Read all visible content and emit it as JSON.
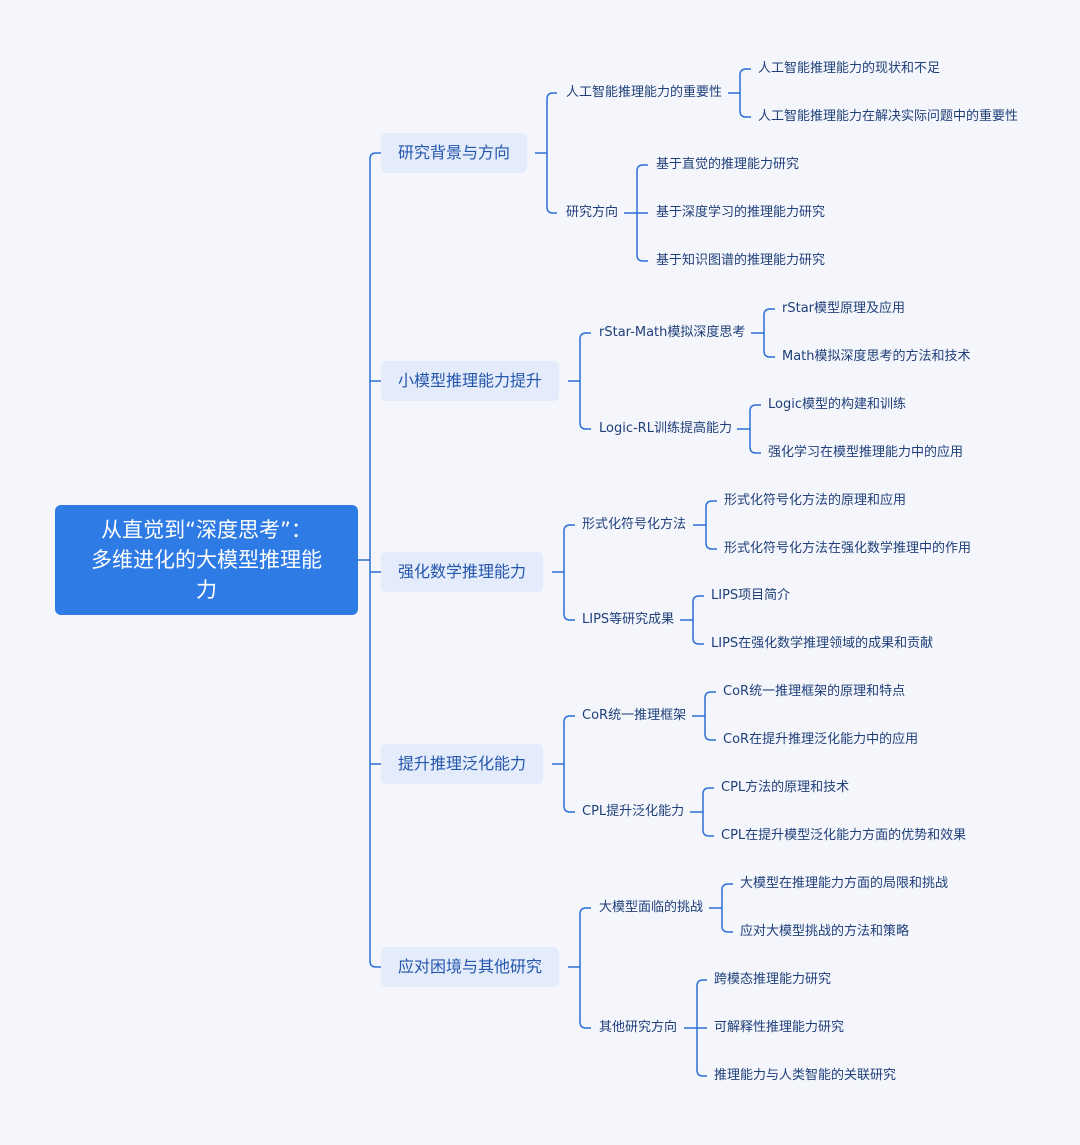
{
  "root": {
    "lines": [
      "从直觉到“深度思考”：",
      "多维进化的大模型推理能",
      "力"
    ]
  },
  "colors": {
    "root_bg": "#2e7be6",
    "l1_bg": "#e4ecfb",
    "line": "#2b6fd6",
    "background": "#f4f6fb"
  },
  "branches": [
    {
      "label": "研究背景与方向",
      "children": [
        {
          "label": "人工智能推理能力的重要性",
          "children": [
            "人工智能推理能力的现状和不足",
            "人工智能推理能力在解决实际问题中的重要性"
          ]
        },
        {
          "label": "研究方向",
          "children": [
            "基于直觉的推理能力研究",
            "基于深度学习的推理能力研究",
            "基于知识图谱的推理能力研究"
          ]
        }
      ]
    },
    {
      "label": "小模型推理能力提升",
      "children": [
        {
          "label": "rStar-Math模拟深度思考",
          "children": [
            "rStar模型原理及应用",
            "Math模拟深度思考的方法和技术"
          ]
        },
        {
          "label": "Logic-RL训练提高能力",
          "children": [
            "Logic模型的构建和训练",
            "强化学习在模型推理能力中的应用"
          ]
        }
      ]
    },
    {
      "label": "强化数学推理能力",
      "children": [
        {
          "label": "形式化符号化方法",
          "children": [
            "形式化符号化方法的原理和应用",
            "形式化符号化方法在强化数学推理中的作用"
          ]
        },
        {
          "label": "LIPS等研究成果",
          "children": [
            "LIPS项目简介",
            "LIPS在强化数学推理领域的成果和贡献"
          ]
        }
      ]
    },
    {
      "label": "提升推理泛化能力",
      "children": [
        {
          "label": "CoR统一推理框架",
          "children": [
            "CoR统一推理框架的原理和特点",
            "CoR在提升推理泛化能力中的应用"
          ]
        },
        {
          "label": "CPL提升泛化能力",
          "children": [
            "CPL方法的原理和技术",
            "CPL在提升模型泛化能力方面的优势和效果"
          ]
        }
      ]
    },
    {
      "label": "应对困境与其他研究",
      "children": [
        {
          "label": "大模型面临的挑战",
          "children": [
            "大模型在推理能力方面的局限和挑战",
            "应对大模型挑战的方法和策略"
          ]
        },
        {
          "label": "其他研究方向",
          "children": [
            "跨模态推理能力研究",
            "可解释性推理能力研究",
            "推理能力与人类智能的关联研究"
          ]
        }
      ]
    }
  ]
}
